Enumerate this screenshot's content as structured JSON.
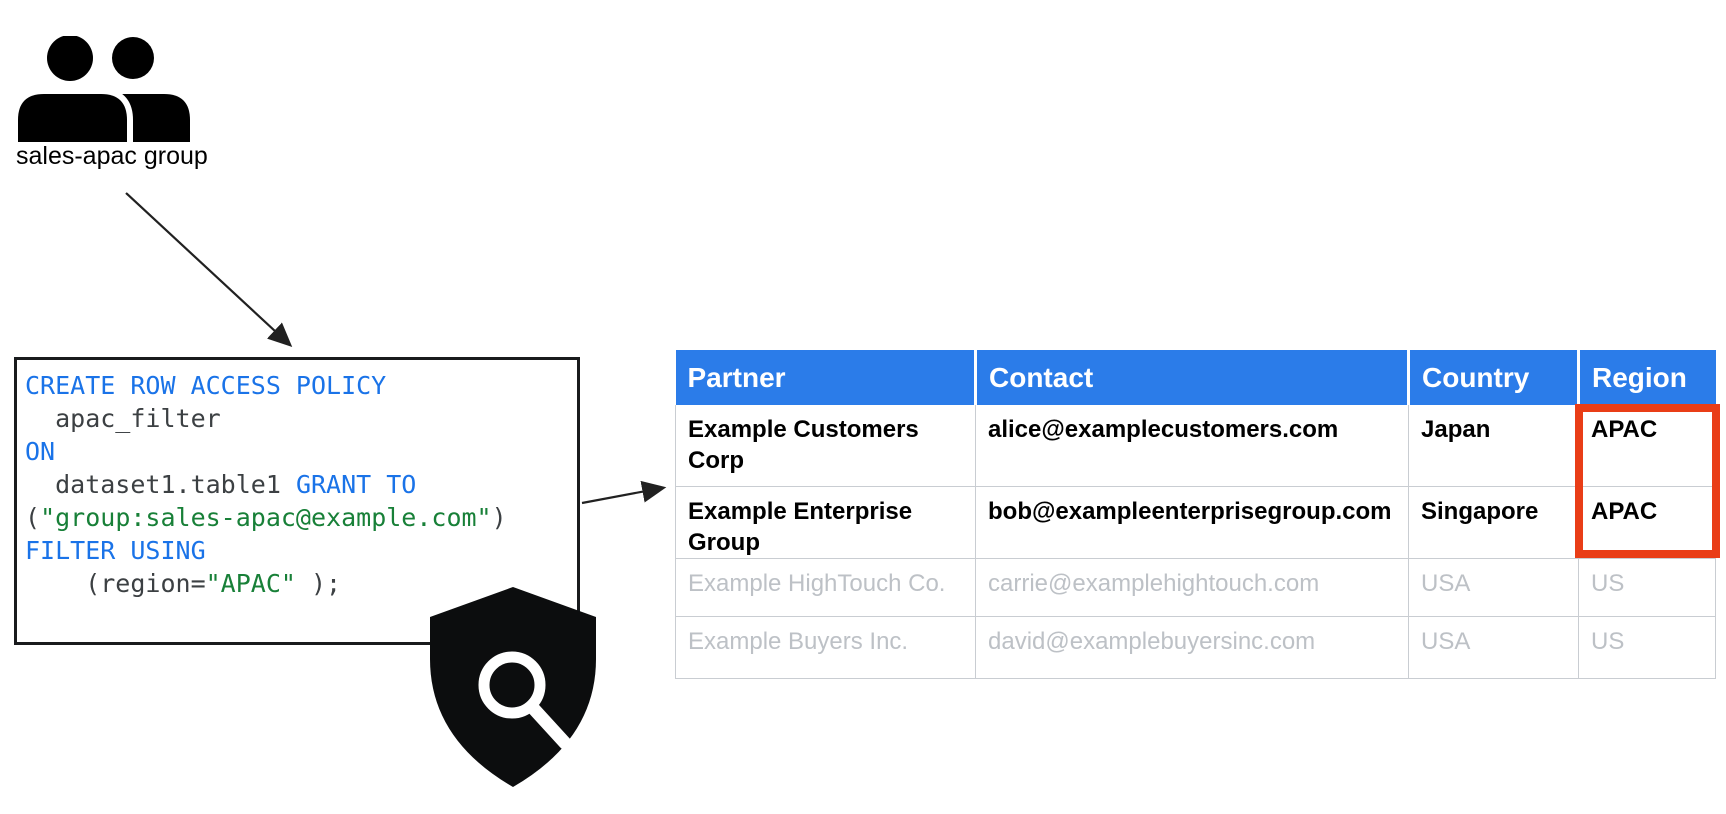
{
  "group": {
    "label": "sales-apac group"
  },
  "policy_code": {
    "lines": [
      {
        "tokens": [
          {
            "t": "CREATE ROW ACCESS POLICY",
            "k": "kw"
          }
        ]
      },
      {
        "tokens": [
          {
            "t": "  apac_filter",
            "k": "plain"
          }
        ]
      },
      {
        "tokens": [
          {
            "t": "ON",
            "k": "kw"
          }
        ]
      },
      {
        "tokens": [
          {
            "t": "  dataset1.table1 ",
            "k": "plain"
          },
          {
            "t": "GRANT TO",
            "k": "kw"
          }
        ]
      },
      {
        "tokens": [
          {
            "t": "(",
            "k": "plain"
          },
          {
            "t": "\"group:sales-apac@example.com\"",
            "k": "str"
          },
          {
            "t": ")",
            "k": "plain"
          }
        ]
      },
      {
        "tokens": [
          {
            "t": "FILTER USING",
            "k": "kw"
          }
        ]
      },
      {
        "tokens": [
          {
            "t": "    (region=",
            "k": "plain"
          },
          {
            "t": "\"APAC\"",
            "k": "str"
          },
          {
            "t": " );",
            "k": "plain"
          }
        ]
      }
    ]
  },
  "table": {
    "headers": [
      "Partner",
      "Contact",
      "Country",
      "Region"
    ],
    "rows": [
      {
        "partner": "Example Customers Corp",
        "contact": "alice@examplecustomers.com",
        "country": "Japan",
        "region": "APAC",
        "highlighted": true
      },
      {
        "partner": "Example Enterprise Group",
        "contact": "bob@exampleenterprisegroup.com",
        "country": "Singapore",
        "region": "APAC",
        "highlighted": true
      },
      {
        "partner": "Example HighTouch Co.",
        "contact": "carrie@examplehightouch.com",
        "country": "USA",
        "region": "US",
        "highlighted": false
      },
      {
        "partner": "Example Buyers Inc.",
        "contact": "david@examplebuyersinc.com",
        "country": "USA",
        "region": "US",
        "highlighted": false
      }
    ]
  },
  "icons": {
    "group_icon": "people-icon",
    "shield_icon": "shield-search-icon"
  },
  "colors": {
    "header_blue": "#2b7ce9",
    "keyword_blue": "#1a73e8",
    "string_green": "#188038",
    "code_plain": "#3c4043",
    "muted_text": "#bdc1c6",
    "table_border": "#c9cdd2",
    "highlight_red": "#e93d17"
  }
}
